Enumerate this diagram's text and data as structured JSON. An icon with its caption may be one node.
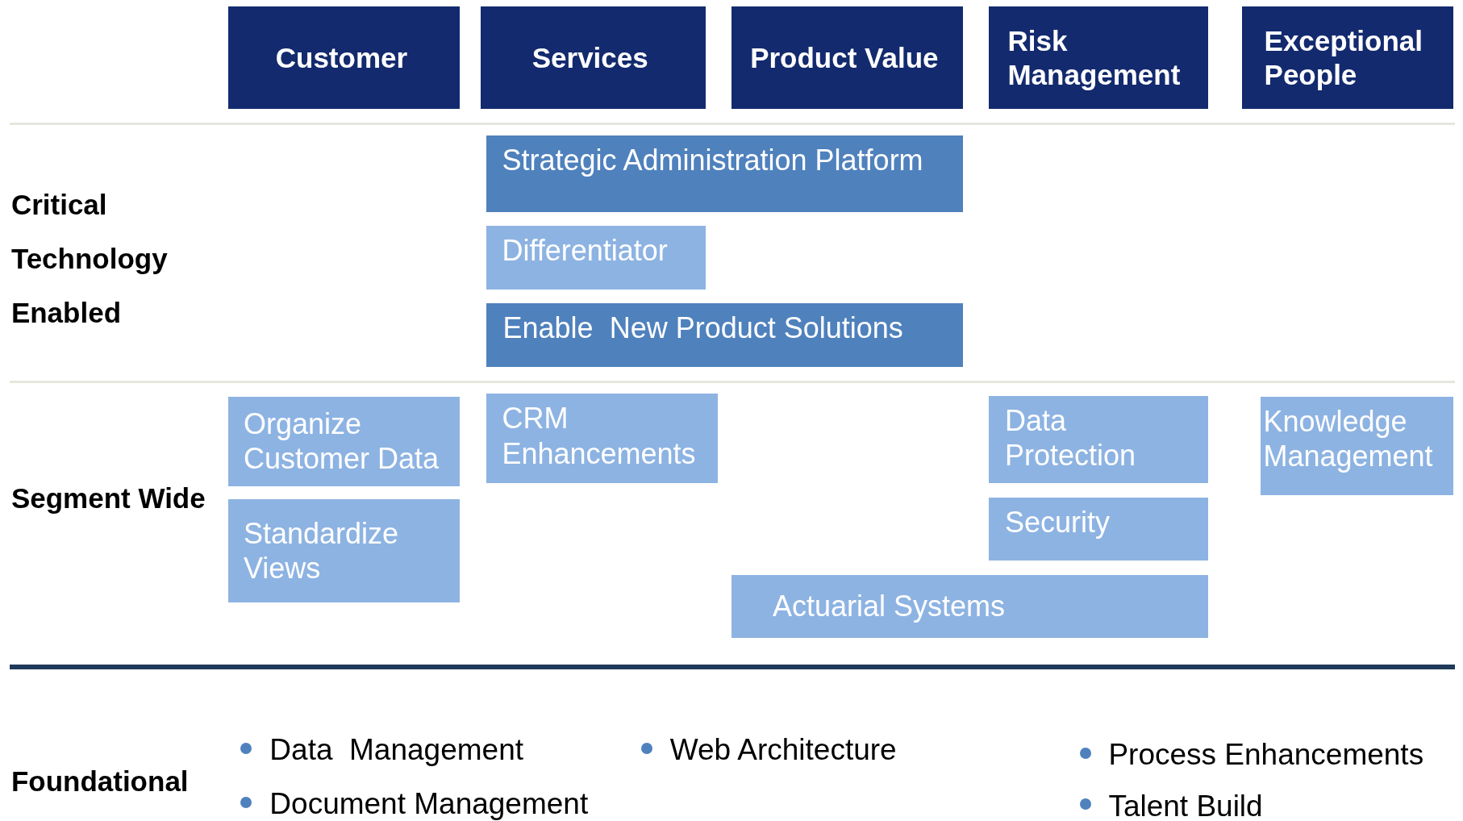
{
  "diagram": {
    "nodes": [
      {
        "text": [
          "Customer"
        ]
      },
      {
        "text": [
          "Services"
        ]
      },
      {
        "text": [
          "Product Value"
        ]
      },
      {
        "text": [
          "Risk Management"
        ]
      },
      {
        "text": [
          "Exceptional People"
        ]
      },
      {
        "text": [
          "Strategic Administration Platform"
        ]
      },
      {
        "text": [
          "Differentiator"
        ]
      },
      {
        "text": [
          "Enable  New Product Solutions"
        ]
      },
      {
        "text": [
          "Organize Customer Data"
        ]
      },
      {
        "text": [
          "CRM Enhancements"
        ]
      },
      {
        "text": [
          "Data Protection"
        ]
      },
      {
        "text": [
          "Knowledge Management"
        ]
      },
      {
        "text": [
          "Standardize Views"
        ]
      },
      {
        "text": [
          "Security"
        ]
      },
      {
        "text": [
          "Actuarial Systems"
        ]
      }
    ],
    "labels": [
      "Critical Technology Enabled",
      "Segment Wide",
      "Foundational",
      "Data  Management",
      "Web Architecture",
      "Process Enhancements",
      "Document Management",
      "Talent Build"
    ]
  }
}
